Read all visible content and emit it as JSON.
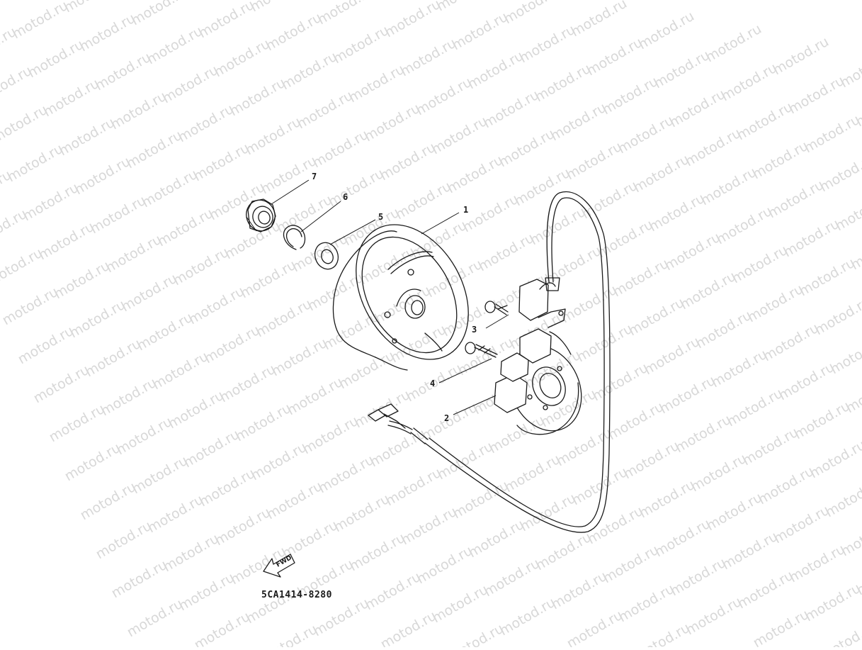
{
  "diagram": {
    "watermark_text": "motod.ru",
    "drawing_code": "5CA1414-8280",
    "fwd_label": "FWD",
    "callouts": [
      {
        "id": "1",
        "label": "1"
      },
      {
        "id": "2",
        "label": "2"
      },
      {
        "id": "3",
        "label": "3"
      },
      {
        "id": "4",
        "label": "4"
      },
      {
        "id": "5",
        "label": "5"
      },
      {
        "id": "6",
        "label": "6"
      },
      {
        "id": "7",
        "label": "7"
      }
    ]
  }
}
